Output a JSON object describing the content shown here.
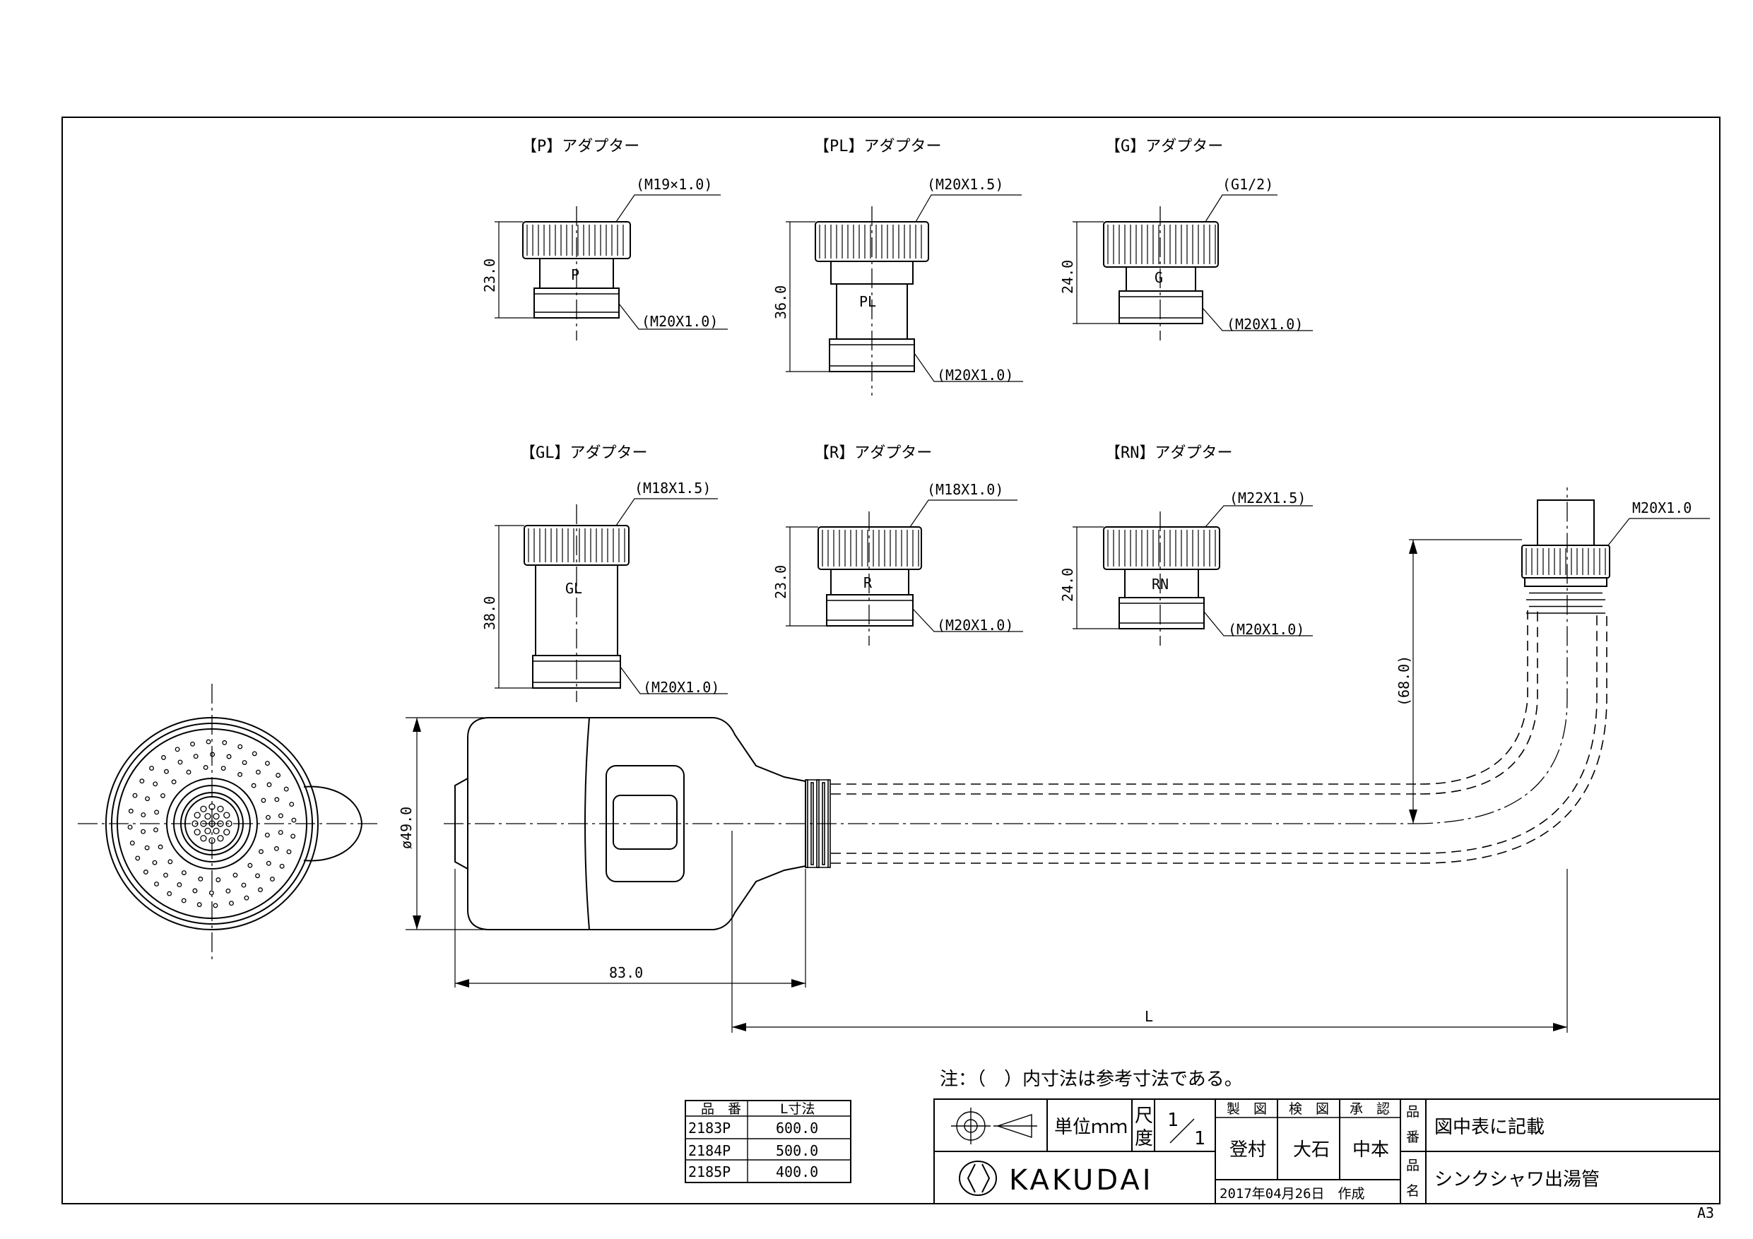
{
  "adapters": [
    {
      "title": "【P】アダプター",
      "thread_top": "(M19×1.0)",
      "thread_bottom": "(M20X1.0)",
      "height": "23.0",
      "mark": "P"
    },
    {
      "title": "【PL】アダプター",
      "thread_top": "(M20X1.5)",
      "thread_bottom": "(M20X1.0)",
      "height": "36.0",
      "mark": "PL"
    },
    {
      "title": "【G】アダプター",
      "thread_top": "(G1/2)",
      "thread_bottom": "(M20X1.0)",
      "height": "24.0",
      "mark": "G"
    },
    {
      "title": "【GL】アダプター",
      "thread_top": "(M18X1.5)",
      "thread_bottom": "(M20X1.0)",
      "height": "38.0",
      "mark": "GL"
    },
    {
      "title": "【R】アダプター",
      "thread_top": "(M18X1.0)",
      "thread_bottom": "(M20X1.0)",
      "height": "23.0",
      "mark": "R"
    },
    {
      "title": "【RN】アダプター",
      "thread_top": "(M22X1.5)",
      "thread_bottom": "(M20X1.0)",
      "height": "24.0",
      "mark": "RN"
    }
  ],
  "main": {
    "dia": "ø49.0",
    "len83": "83.0",
    "h68": "(68.0)",
    "L": "L",
    "thread": "M20X1.0"
  },
  "note": "注：（　）内寸法は参考寸法である。",
  "parts_table": {
    "headers": [
      "品　番",
      "L寸法"
    ],
    "rows": [
      [
        "2183P",
        "600.0"
      ],
      [
        "2184P",
        "500.0"
      ],
      [
        "2185P",
        "400.0"
      ]
    ]
  },
  "title_block": {
    "unit_label": "単位ｍｍ",
    "scale_label_1": "尺",
    "scale_label_2": "度",
    "scale_num": "1",
    "scale_den": "1",
    "roles": [
      "製　図",
      "検　図",
      "承　認"
    ],
    "names": [
      "登村",
      "大石",
      "中本"
    ],
    "date": "2017年04月26日　作成",
    "part_label_1": "品",
    "part_label_2": "番",
    "part_value": "図中表に記載",
    "name_label_1": "品",
    "name_label_2": "名",
    "name_value": "シンクシャワ出湯管",
    "brand": "KAKUDAI"
  },
  "sheet_size": "A3"
}
